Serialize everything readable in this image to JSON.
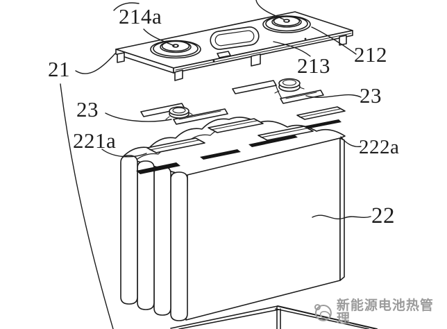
{
  "figure": {
    "description": "Patent-style exploded isometric line drawing of a battery module: top cover plate with two terminals and a vent, two busbar connectors, a stack of pouch cells with electrode tabs, and a lower tray corner.",
    "background": "#ffffff",
    "line_color": "#1c1c1c",
    "labels": {
      "l214a": "214a",
      "l21": "21",
      "l23_left": "23",
      "l221a": "221a",
      "l213": "213",
      "l212": "212",
      "l23_right": "23",
      "l222a": "222a",
      "l22": "22"
    },
    "watermark": {
      "text": "新能源电池热管理",
      "color": "#9b9b9b",
      "icon": "watermark-logo-icon"
    }
  }
}
